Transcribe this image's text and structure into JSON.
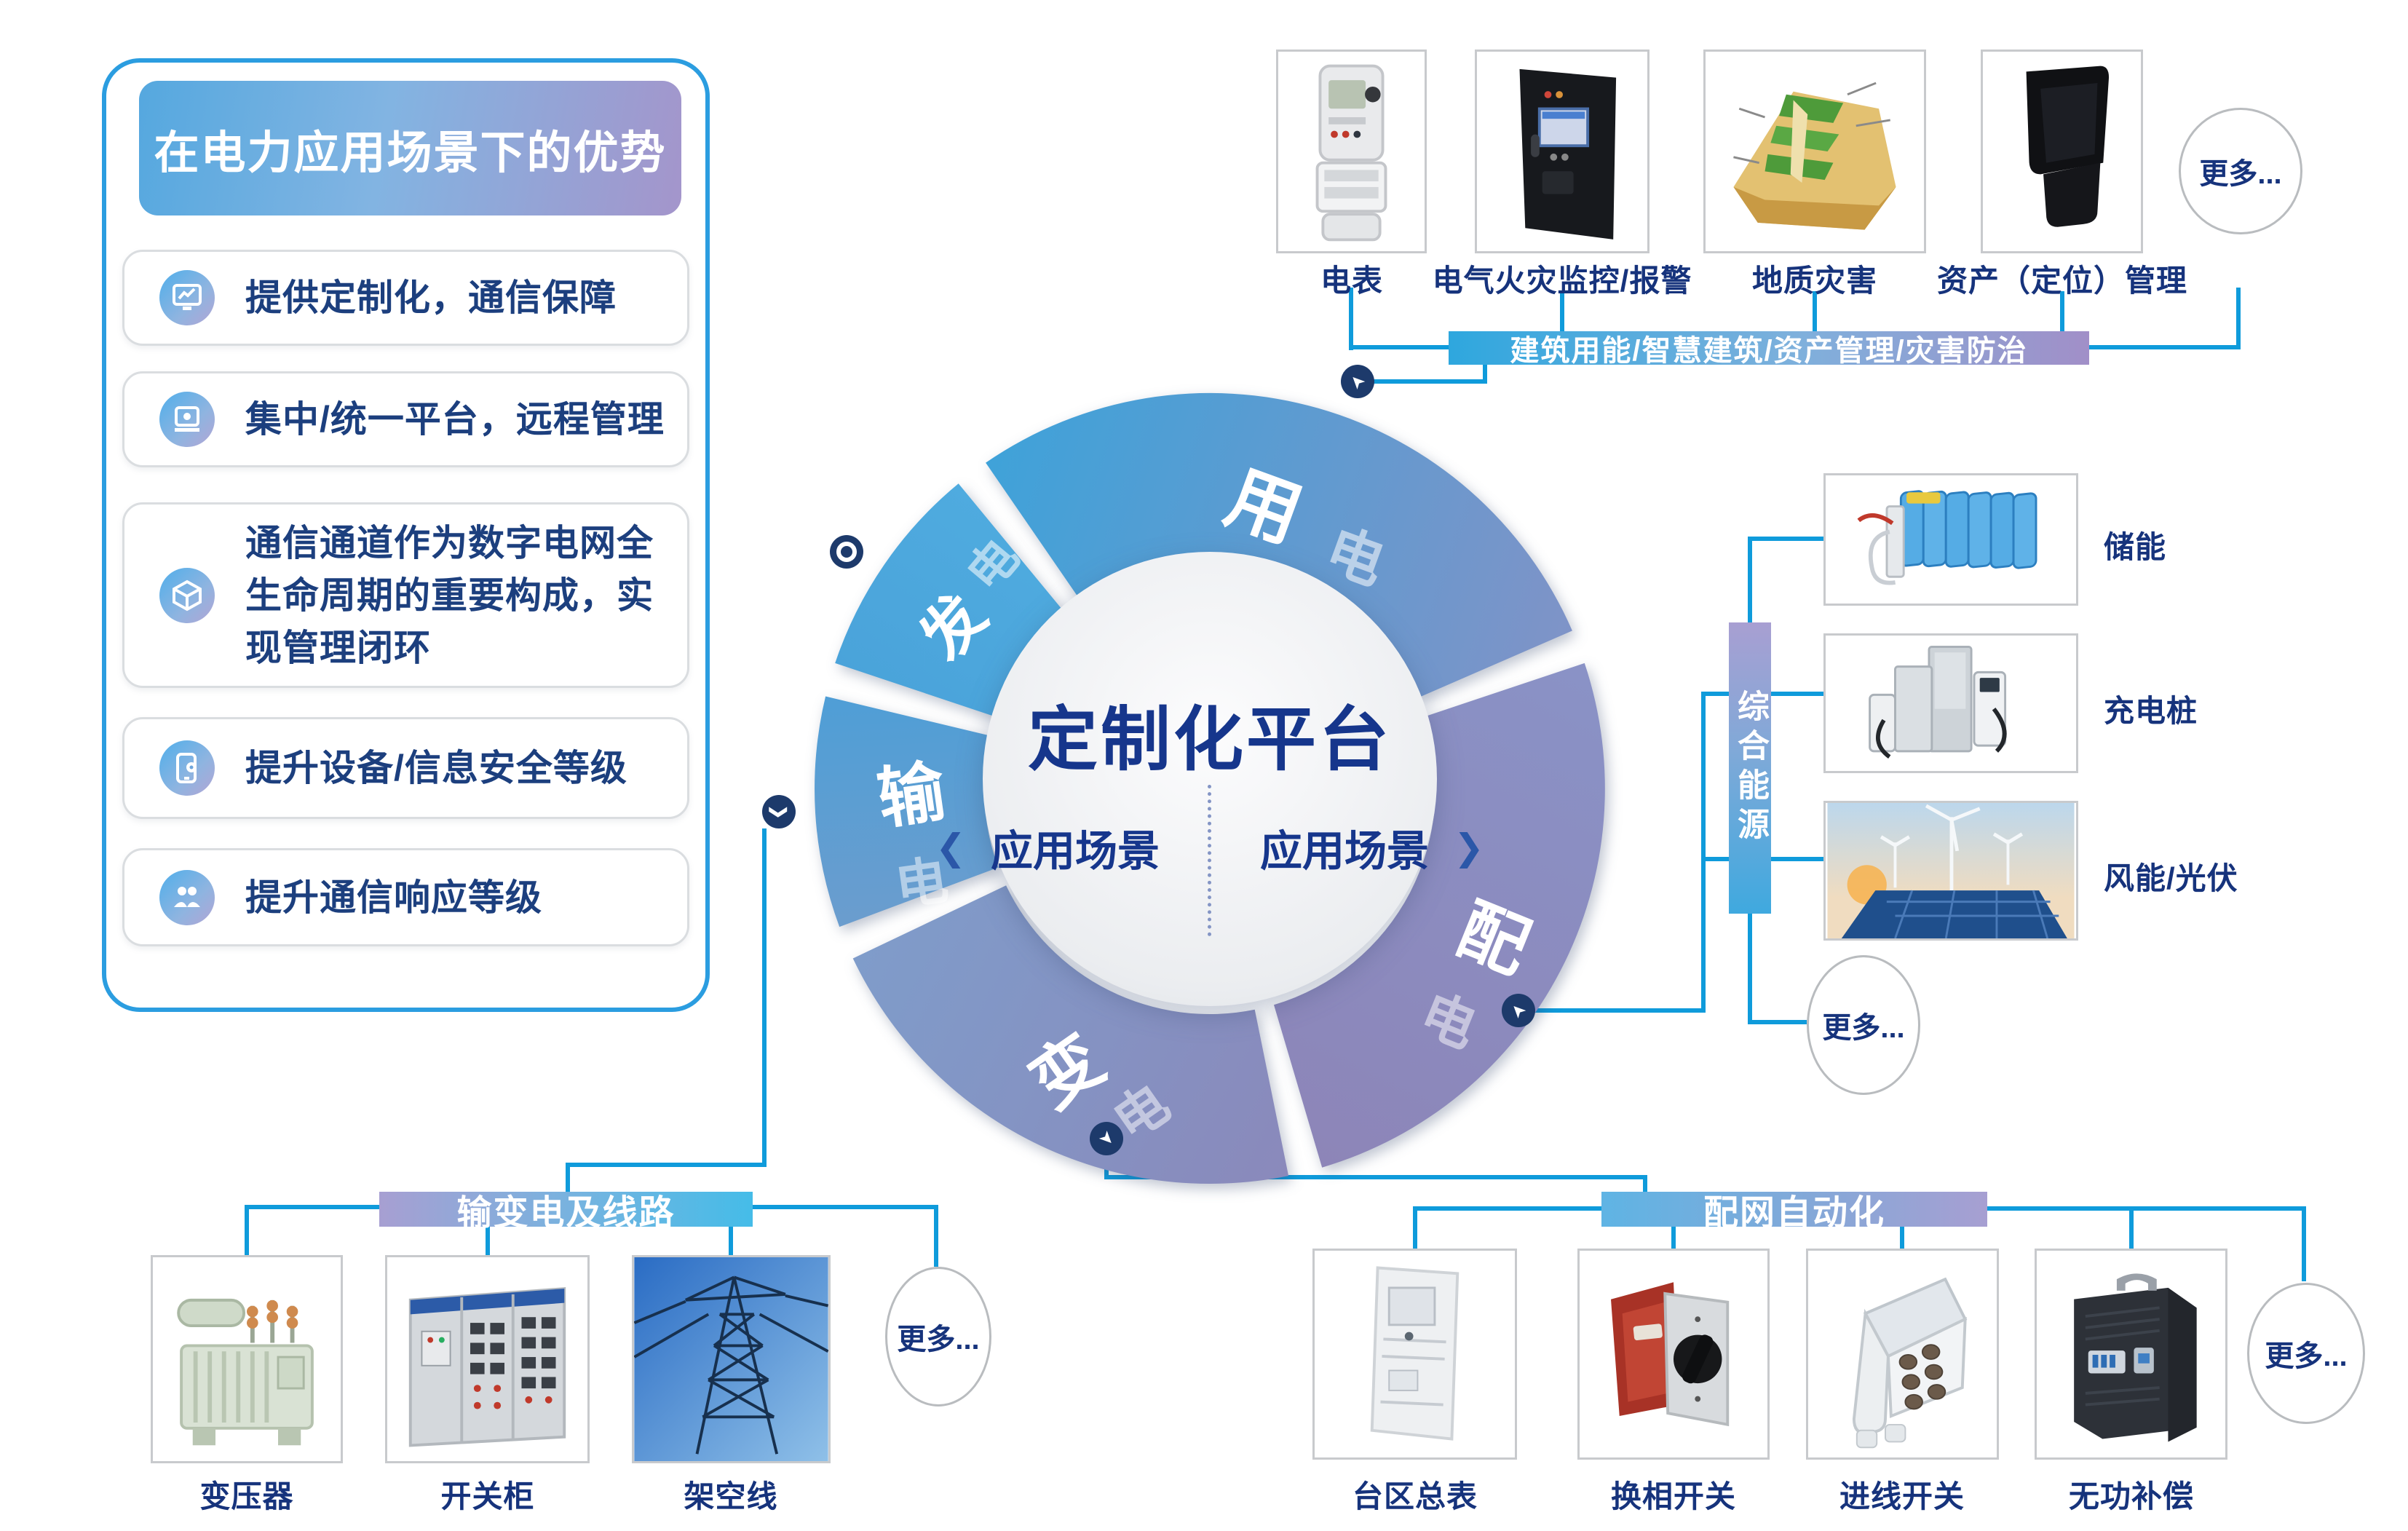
{
  "panel": {
    "title": "在电力应用场景下的优势",
    "items": [
      {
        "text": "提供定制化，通信保障"
      },
      {
        "text": "集中/统一平台，远程管理"
      },
      {
        "text": "通信通道作为数字电网全生命周期的重要构成，实现管理闭环"
      },
      {
        "text": "提升设备/信息安全等级"
      },
      {
        "text": "提升通信响应等级"
      }
    ]
  },
  "donut": {
    "center_title": "定制化平台",
    "scene_left": "应用场景",
    "scene_right": "应用场景",
    "arrow_left": "❮",
    "arrow_right": "❯",
    "segments": {
      "yongdian": {
        "first": "用",
        "second": "电"
      },
      "peidian": {
        "first": "配",
        "second": "电"
      },
      "biandian": {
        "first": "变",
        "second": "电"
      },
      "shudian": {
        "first": "输",
        "second": "电"
      },
      "fadian": {
        "first": "发",
        "second": "电"
      }
    }
  },
  "building_group": {
    "banner": "建筑用能/智慧建筑/资产管理/灾害防治",
    "items": [
      {
        "label": "电表"
      },
      {
        "label": "电气火灾监控/报警"
      },
      {
        "label": "地质灾害"
      },
      {
        "label": "资产（定位）管理"
      }
    ],
    "more": "更多..."
  },
  "energy_group": {
    "banner": "综合能源",
    "items": [
      {
        "label": "储能"
      },
      {
        "label": "充电桩"
      },
      {
        "label": "风能/光伏"
      }
    ],
    "more": "更多..."
  },
  "transmission_group": {
    "banner": "输变电及线路",
    "items": [
      {
        "label": "变压器"
      },
      {
        "label": "开关柜"
      },
      {
        "label": "架空线"
      }
    ],
    "more": "更多..."
  },
  "distribution_group": {
    "banner": "配网自动化",
    "items": [
      {
        "label": "台区总表"
      },
      {
        "label": "换相开关"
      },
      {
        "label": "进线开关"
      },
      {
        "label": "无功补偿"
      }
    ],
    "more": "更多..."
  },
  "colors": {
    "connector": "#0f9bdb",
    "navy_text": "#16337c",
    "panel_border": "#2b9de0"
  }
}
